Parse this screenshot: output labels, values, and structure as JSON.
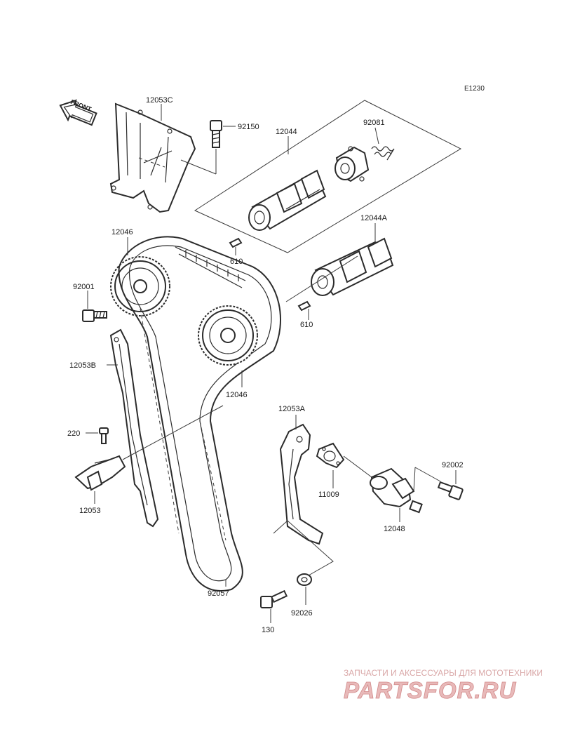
{
  "diagram_code": "E1230",
  "front_label": "FRONT",
  "labels": {
    "p12053C": "12053C",
    "p92150": "92150",
    "p12044": "12044",
    "p92081": "92081",
    "p12046_top": "12046",
    "p12044A": "12044A",
    "p610_a": "610",
    "p610_b": "610",
    "p92001": "92001",
    "p12053B": "12053B",
    "p12046_bottom": "12046",
    "p12053A": "12053A",
    "p220": "220",
    "p92002": "92002",
    "p11009": "11009",
    "p12053": "12053",
    "p12048": "12048",
    "p92057": "92057",
    "p92026": "92026",
    "p130": "130"
  },
  "watermark": {
    "tagline": "ЗАПЧАСТИ И АКСЕССУАРЫ ДЛЯ МОТОТЕХНИКИ",
    "brand": "PARTSFOR.RU",
    "color": "#e8b9b9"
  }
}
